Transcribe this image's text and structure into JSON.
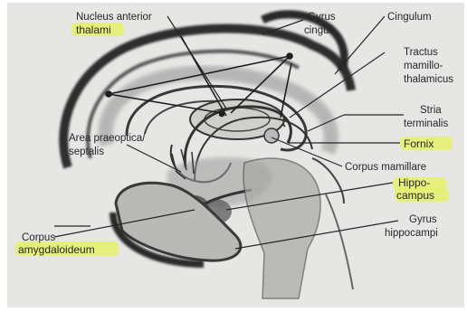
{
  "labels": {
    "nucleus_anterior": "Nucleus anterior",
    "thalami": "thalami",
    "gyrus": "Gyrus",
    "cinguli": "cinguli",
    "cingulum": "Cingulum",
    "tractus": "Tractus",
    "mamillo": "mamillo-",
    "thalamicus": "thalamicus",
    "stria": "Stria",
    "terminalis": "terminalis",
    "area_praeoptica": "Area praeoptica/",
    "septalis": "septalis",
    "fornix": "Fornix",
    "corpus_mamillare": "Corpus mamillare",
    "hippo": "Hippo-",
    "campus": "campus",
    "corpus": "Corpus",
    "amygdaloideum": "amygdaloideum",
    "gyrus_hippocampi_1": "Gyrus",
    "gyrus_hippocampi_2": "hippocampi"
  },
  "colors": {
    "background": "#e6e7e4",
    "ink": "#262626",
    "highlighter": "#e4f06a",
    "shade_dark": "#3a3a3a",
    "shade_mid": "#9a9a9a"
  }
}
